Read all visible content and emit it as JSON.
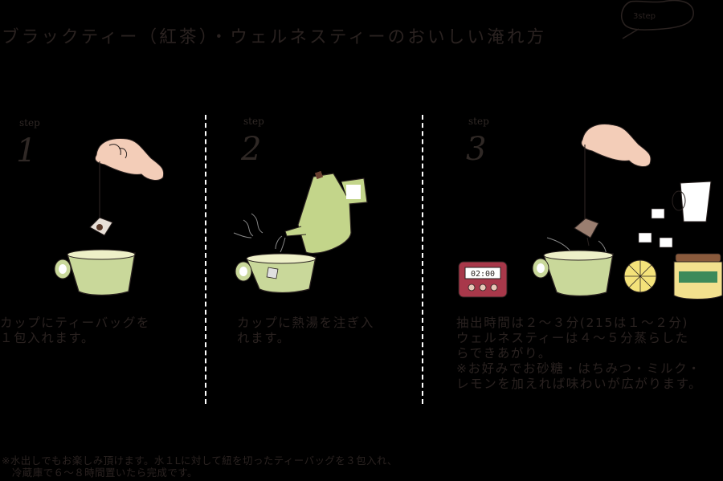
{
  "title": "ブラックティー（紅茶）・ウェルネスティーのおいしい淹れ方",
  "badge": "3step",
  "steps": [
    {
      "word": "step",
      "number": "1",
      "lines": [
        "カップにティーバッグを",
        "１包入れます。"
      ],
      "illustration": "hand-dangling-teabag-over-cup"
    },
    {
      "word": "step",
      "number": "2",
      "lines": [
        "カップに熱湯を注ぎ入",
        "れます。"
      ],
      "illustration": "kettle-pouring-into-cup"
    },
    {
      "word": "step",
      "number": "3",
      "lines": [
        "抽出時間は２～３分(215は１～２分)",
        "ウェルネスティーは４～５分蒸らした",
        "らできあがり。",
        "※お好みでお砂糖・はちみつ・ミルク・",
        "レモンを加えれば味わいが広がります。"
      ],
      "illustration": "teabag-removal-with-timer-sugar-milk-lemon-honey",
      "timer_display": "02:00"
    }
  ],
  "footer": {
    "lines": [
      "※水出しでもお楽しみ頂けます。水１Lに対して紐を切ったティーバッグを３包入れ、",
      "　冷蔵庫で６～８時間置いたら完成です。"
    ]
  },
  "colors": {
    "background": "#000000",
    "text": "#2a2220",
    "cup_green": "#c9d89a",
    "kettle_green": "#c3d58a",
    "skin": "#f3cdb8",
    "timer_red": "#a8384a",
    "lemon": "#f4e27a",
    "honey_jar": "#f2e08e",
    "jar_label": "#3d8a5a",
    "jar_lid": "#8a5a3c"
  }
}
